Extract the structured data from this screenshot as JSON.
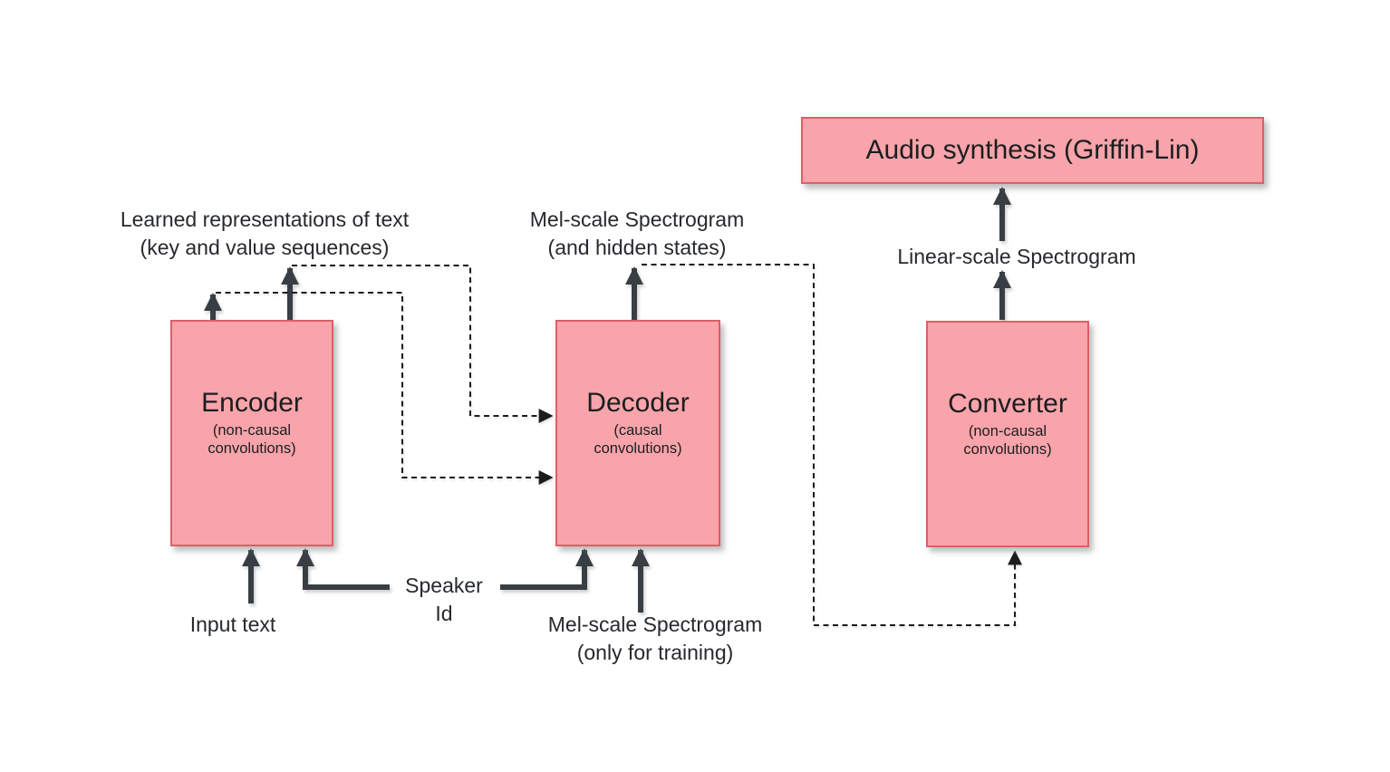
{
  "colors": {
    "bg": "#ffffff",
    "box_fill": "#F8A4AA",
    "box_border": "#DC5F68",
    "box_text": "#1B1E21",
    "arrow_color": "#383E44",
    "dash_color": "#1C1C1C",
    "text_color": "#26292D"
  },
  "boxes": {
    "audio_synthesis": {
      "title": "Audio synthesis (Griffin-Lin)"
    },
    "encoder": {
      "title": "Encoder",
      "subtitle": "(non-causal\nconvolutions)"
    },
    "decoder": {
      "title": "Decoder",
      "subtitle": "(causal\nconvolutions)"
    },
    "converter": {
      "title": "Converter",
      "subtitle": "(non-causal\nconvolutions)"
    }
  },
  "labels": {
    "learned_representations": "Learned representations of text\n(key and value sequences)",
    "mel_hidden": "Mel-scale Spectrogram\n(and hidden states)",
    "linear_spectrogram": "Linear-scale Spectrogram",
    "input_text": "Input text",
    "speaker_id": "Speaker\nId",
    "mel_training": "Mel-scale Spectrogram\n(only for training)"
  }
}
